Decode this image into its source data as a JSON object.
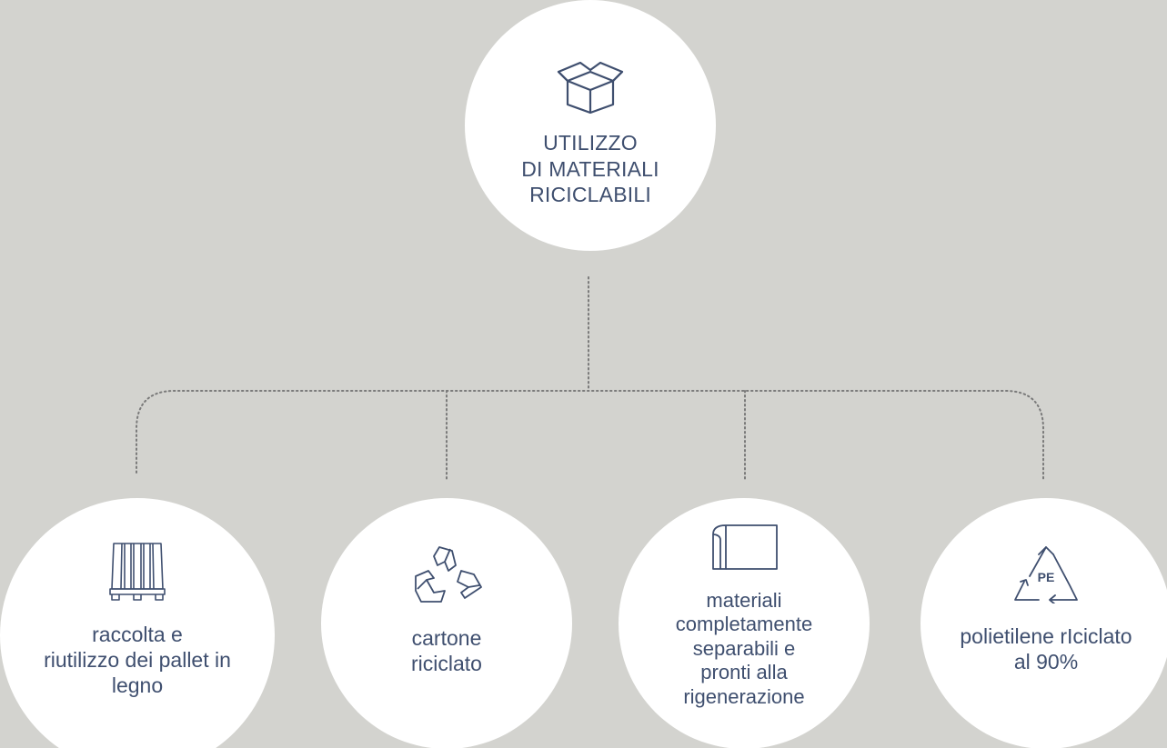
{
  "diagram": {
    "root": {
      "label": "UTILIZZO\nDI MATERIALI\nRICICLABILI",
      "icon": "open-box-icon"
    },
    "children": [
      {
        "label": "raccolta e\nriutilizzo dei pallet in\nlegno",
        "icon": "pallet-icon"
      },
      {
        "label": "cartone\nriciclato",
        "icon": "recycle-icon"
      },
      {
        "label": "materiali\ncompletamente\nseparabili e\npronti alla\nrigenerazione",
        "icon": "paper-roll-icon"
      },
      {
        "label": "polietilene rIciclato\nal 90%",
        "icon": "pe-recycle-icon",
        "icon_text": "PE"
      }
    ]
  },
  "colors": {
    "background": "#d3d3cf",
    "circle": "#ffffff",
    "ink": "#3f4f6f",
    "connector": "#7a7a7a"
  }
}
